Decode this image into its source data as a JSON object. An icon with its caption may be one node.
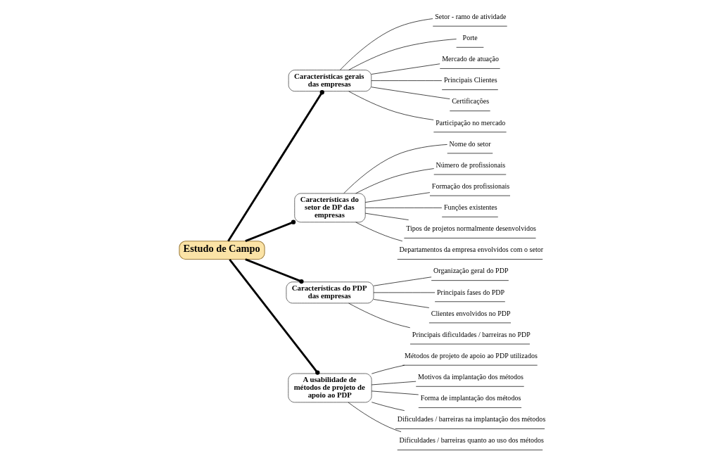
{
  "diagram": {
    "nodes": [
      {
        "text": [
          "Estudo de Campo"
        ]
      },
      {
        "text": [
          "Características gerais das empresas"
        ]
      },
      {
        "text": [
          "Setor - ramo de atividade"
        ]
      },
      {
        "text": [
          "Porte"
        ]
      },
      {
        "text": [
          "Mercado de atuação"
        ]
      },
      {
        "text": [
          "Principais Clientes"
        ]
      },
      {
        "text": [
          "Certificações"
        ]
      },
      {
        "text": [
          "Participação no mercado"
        ]
      },
      {
        "text": [
          "Características do setor de DP das empresas"
        ]
      },
      {
        "text": [
          "Nome do setor"
        ]
      },
      {
        "text": [
          "Número de profissionais"
        ]
      },
      {
        "text": [
          "Formação dos profissionais"
        ]
      },
      {
        "text": [
          "Funções existentes"
        ]
      },
      {
        "text": [
          "Tipos de projetos normalmente desenvolvidos"
        ]
      },
      {
        "text": [
          "Departamentos da empresa envolvidos com o setor"
        ]
      },
      {
        "text": [
          "Características do PDP das empresas"
        ]
      },
      {
        "text": [
          "Organização geral do PDP"
        ]
      },
      {
        "text": [
          "Principais fases do PDP"
        ]
      },
      {
        "text": [
          "Clientes envolvidos no PDP"
        ]
      },
      {
        "text": [
          "Principais dificuldades / barreiras no PDP"
        ]
      },
      {
        "text": [
          "A usabilidade de métodos de projeto de apoio ao PDP"
        ]
      },
      {
        "text": [
          "Métodos de projeto de apoio ao PDP utilizados"
        ]
      },
      {
        "text": [
          "Motivos da implantação dos métodos"
        ]
      },
      {
        "text": [
          "Forma de implantação dos métodos"
        ]
      },
      {
        "text": [
          "Dificuldades / barreiras na implantação dos métodos"
        ]
      },
      {
        "text": [
          "Dificuldades / barreiras quanto ao uso dos métodos"
        ]
      }
    ],
    "edges": [
      {
        "from": 0,
        "to": 1,
        "arrow": "other",
        "style": "thick"
      },
      {
        "from": 0,
        "to": 8,
        "arrow": "other",
        "style": "thick"
      },
      {
        "from": 0,
        "to": 15,
        "arrow": "other",
        "style": "thick"
      },
      {
        "from": 0,
        "to": 20,
        "arrow": "other",
        "style": "thick"
      },
      {
        "from": 1,
        "to": 2,
        "arrow": "none"
      },
      {
        "from": 1,
        "to": 3,
        "arrow": "none"
      },
      {
        "from": 1,
        "to": 4,
        "arrow": "none"
      },
      {
        "from": 1,
        "to": 5,
        "arrow": "none"
      },
      {
        "from": 1,
        "to": 6,
        "arrow": "none"
      },
      {
        "from": 1,
        "to": 7,
        "arrow": "none"
      },
      {
        "from": 8,
        "to": 9,
        "arrow": "none"
      },
      {
        "from": 8,
        "to": 10,
        "arrow": "none"
      },
      {
        "from": 8,
        "to": 11,
        "arrow": "none"
      },
      {
        "from": 8,
        "to": 12,
        "arrow": "none"
      },
      {
        "from": 8,
        "to": 13,
        "arrow": "none"
      },
      {
        "from": 8,
        "to": 14,
        "arrow": "none"
      },
      {
        "from": 15,
        "to": 16,
        "arrow": "none"
      },
      {
        "from": 15,
        "to": 17,
        "arrow": "none"
      },
      {
        "from": 15,
        "to": 18,
        "arrow": "none"
      },
      {
        "from": 15,
        "to": 19,
        "arrow": "none"
      },
      {
        "from": 20,
        "to": 21,
        "arrow": "none"
      },
      {
        "from": 20,
        "to": 22,
        "arrow": "none"
      },
      {
        "from": 20,
        "to": 23,
        "arrow": "none"
      },
      {
        "from": 20,
        "to": 24,
        "arrow": "none"
      },
      {
        "from": 20,
        "to": 25,
        "arrow": "none"
      }
    ]
  }
}
